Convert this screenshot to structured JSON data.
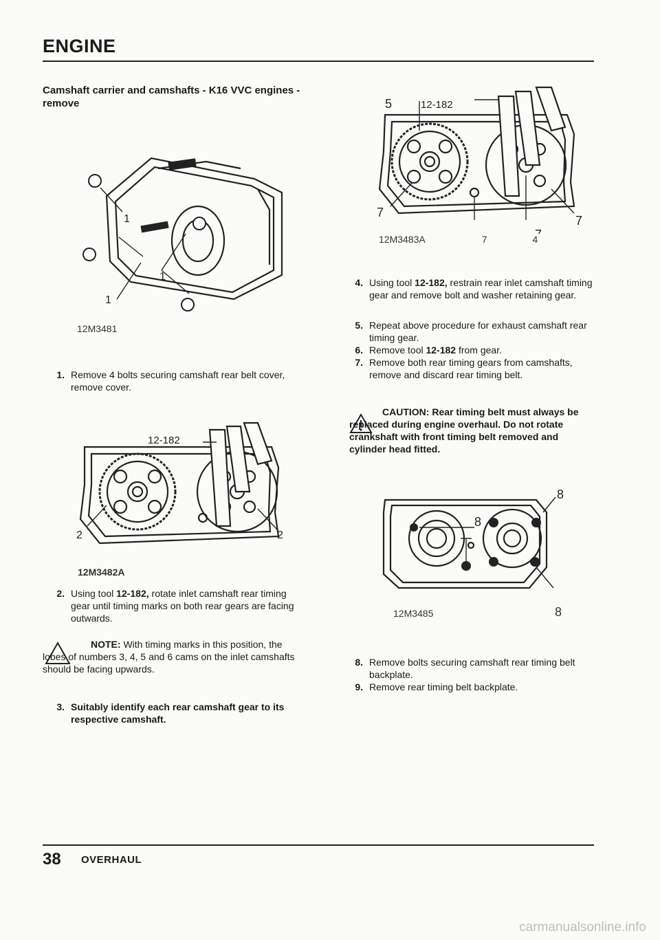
{
  "header": {
    "section": "ENGINE"
  },
  "procedure": {
    "title": "Camshaft carrier and camshafts - K16 VVC engines - remove"
  },
  "figures": {
    "fig1": {
      "id": "12M3481",
      "callouts": [
        "1",
        "1",
        "1"
      ]
    },
    "fig2": {
      "id": "12M3482A",
      "tool": "12-182",
      "callouts": [
        "2",
        "2"
      ]
    },
    "fig3": {
      "id": "12M3483A",
      "tool": "12-182",
      "callouts": [
        "5",
        "7",
        "7",
        "7",
        "4"
      ]
    },
    "fig4": {
      "id": "12M3485",
      "callouts": [
        "8",
        "8",
        "8"
      ]
    }
  },
  "steps": [
    {
      "num": "1.",
      "text": "Remove 4 bolts securing camshaft rear belt cover, remove cover."
    },
    {
      "num": "2.",
      "pre": "Using tool ",
      "tool": "12-182,",
      "post": " rotate inlet camshaft rear timing gear until timing marks on both rear gears are facing outwards."
    },
    {
      "num": "3.",
      "text": "Suitably identify each rear camshaft gear to its respective camshaft."
    },
    {
      "num": "4.",
      "pre": "Using tool ",
      "tool": "12-182,",
      "post": " restrain rear inlet camshaft timing gear and remove bolt and washer retaining gear."
    },
    {
      "num": "5.",
      "text": "Repeat above procedure for exhaust camshaft rear timing gear."
    },
    {
      "num": "6.",
      "pre": "Remove tool ",
      "tool": "12-182",
      "post": " from gear."
    },
    {
      "num": "7.",
      "text": "Remove both rear timing gears from camshafts, remove and discard rear timing belt."
    },
    {
      "num": "8.",
      "text": "Remove bolts securing camshaft rear timing belt backplate."
    },
    {
      "num": "9.",
      "text": "Remove rear timing belt backplate."
    }
  ],
  "note": {
    "lead": "NOTE:",
    "text": " With timing marks in this position, the lobes of numbers 3, 4, 5 and 6 cams on the inlet camshafts should be facing upwards."
  },
  "caution": {
    "lead": "CAUTION:",
    "text": " Rear timing belt must always be replaced during engine overhaul. Do not rotate crankshaft with front timing belt removed and cylinder head fitted."
  },
  "footer": {
    "page": "38",
    "section": "OVERHAUL"
  },
  "watermark": "carmanualsonline.info"
}
